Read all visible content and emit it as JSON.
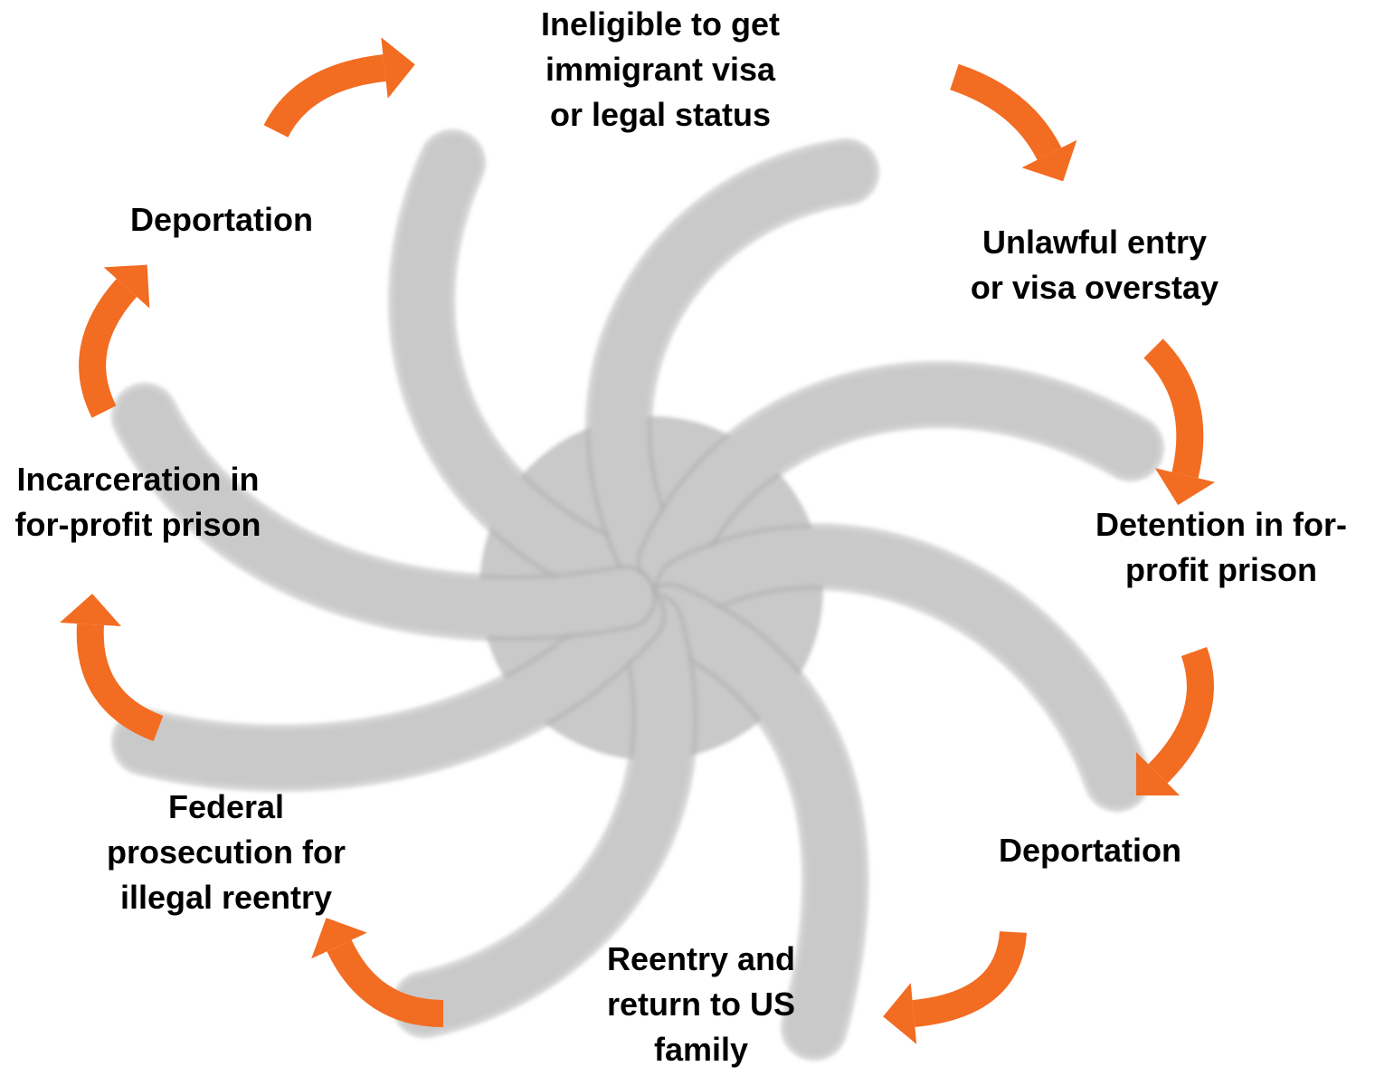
{
  "diagram": {
    "type": "cycle",
    "colors": {
      "arrow": "#F26C22",
      "swirl": "#C9C9C9",
      "swirl_edge": "#B0B0B0",
      "text": "#000000"
    },
    "steps": [
      {
        "lines": [
          "Ineligible to get",
          "immigrant visa",
          "or legal status"
        ]
      },
      {
        "lines": [
          "Unlawful entry",
          "or visa overstay"
        ]
      },
      {
        "lines": [
          "Detention in for-",
          "profit prison"
        ]
      },
      {
        "lines": [
          "Deportation"
        ]
      },
      {
        "lines": [
          "Reentry and",
          "return to US",
          "family"
        ]
      },
      {
        "lines": [
          "Federal",
          "prosecution for",
          "illegal reentry"
        ]
      },
      {
        "lines": [
          "Incarceration in",
          "for-profit prison"
        ]
      },
      {
        "lines": [
          "Deportation"
        ]
      }
    ]
  }
}
